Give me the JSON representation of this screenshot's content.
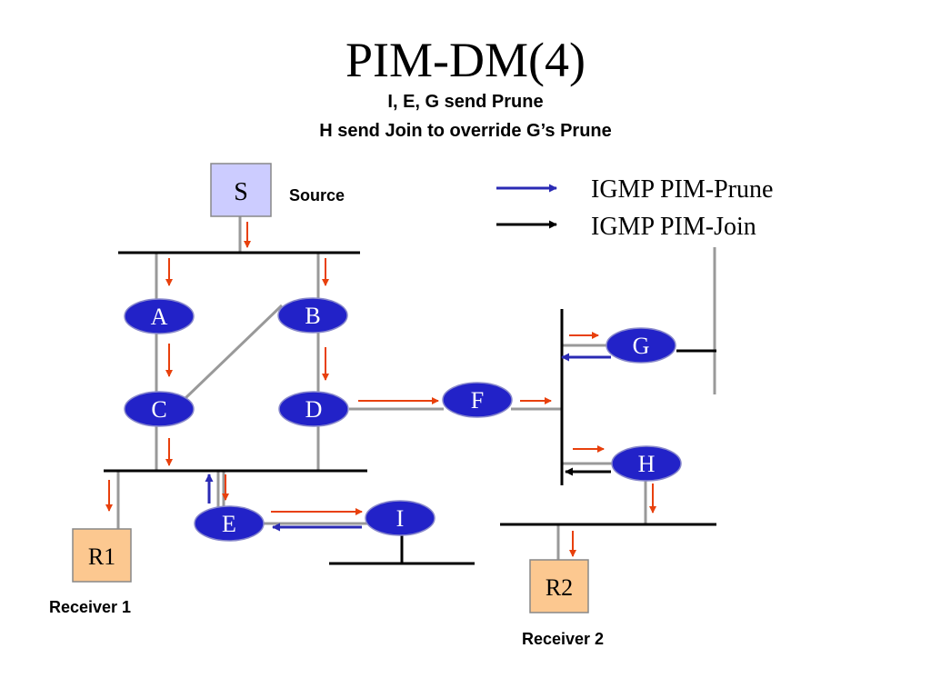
{
  "slide": {
    "title": "PIM-DM(4)",
    "subtitle_line1": "I, E, G send Prune",
    "subtitle_line2": "H send Join to override G’s Prune"
  },
  "legend": {
    "prune_label": "IGMP PIM-Prune",
    "join_label": "IGMP PIM-Join"
  },
  "nodes": {
    "source": "S",
    "source_caption": "Source",
    "A": "A",
    "B": "B",
    "C": "C",
    "D": "D",
    "E": "E",
    "F": "F",
    "G": "G",
    "H": "H",
    "I": "I",
    "receiver1": "R1",
    "receiver1_caption": "Receiver 1",
    "receiver2": "R2",
    "receiver2_caption": "Receiver 2"
  },
  "colors": {
    "router_fill": "#2222c8",
    "host_fill": "#ccccff",
    "receiver_fill": "#fcc890",
    "data_arrow": "#e8400c",
    "prune_arrow": "#2a2ab4",
    "join_arrow": "#000000",
    "link": "#999999",
    "lan": "#000000"
  }
}
